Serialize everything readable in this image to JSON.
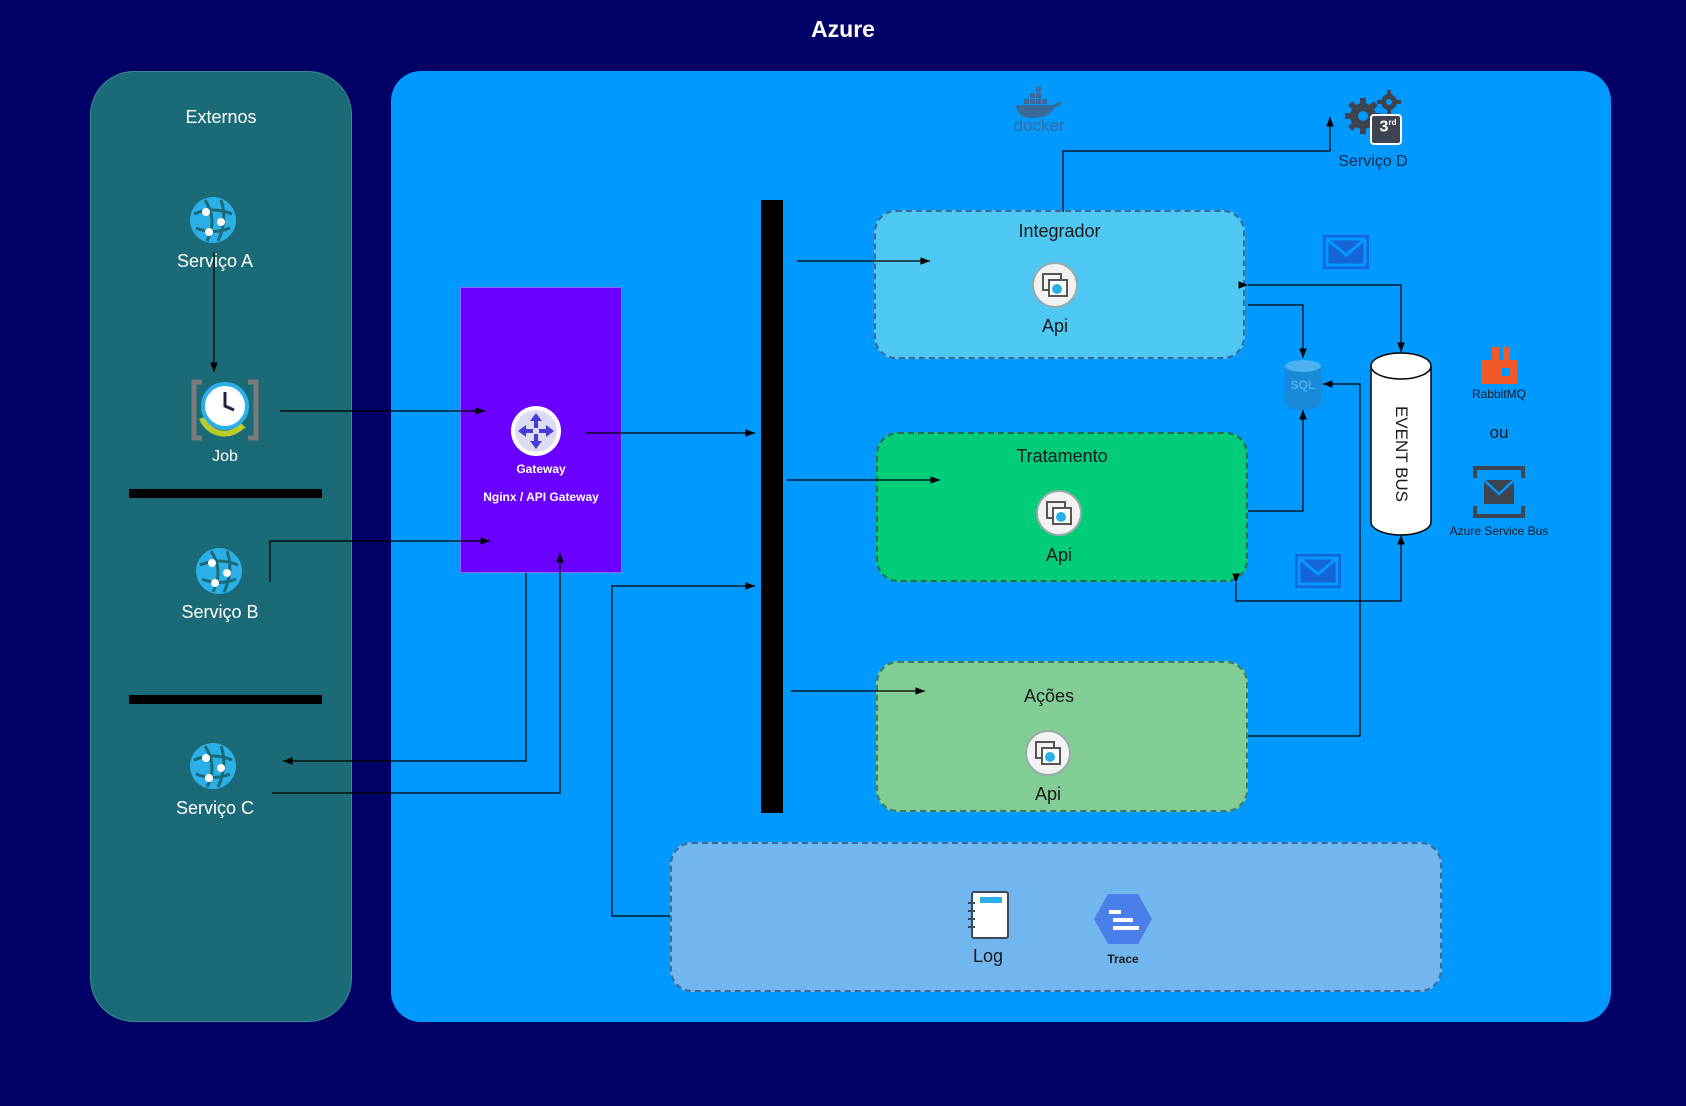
{
  "title": "Azure",
  "externos": {
    "label": "Externos",
    "servico_a": "Serviço A",
    "job": "Job",
    "servico_b": "Serviço B",
    "servico_c": "Serviço C"
  },
  "gateway": {
    "label": "Gateway",
    "sublabel": "Nginx / API Gateway"
  },
  "docker": {
    "label": "docker"
  },
  "servico_d": {
    "label": "Serviço D",
    "badge": "3",
    "badge_sup": "rd"
  },
  "integrador": {
    "title": "Integrador",
    "api": "Api"
  },
  "tratamento": {
    "title": "Tratamento",
    "api": "Api"
  },
  "acoes": {
    "title": "Ações",
    "api": "Api"
  },
  "sql": {
    "label": "SQL"
  },
  "event_bus": {
    "label": "EVENT BUS"
  },
  "rabbitmq": {
    "label": "RabbitMQ"
  },
  "ou": "ou",
  "azure_service_bus": {
    "label": "Azure Service Bus"
  },
  "observability": {
    "log": "Log",
    "trace": "Trace"
  },
  "colors": {
    "background": "#000066",
    "azure_container": "#0099ff",
    "externos_panel": "#1b6a78",
    "gateway": "#6a00ff",
    "integrador": "#4ec8f2",
    "tratamento": "#00cc7a",
    "acoes": "#82cc96",
    "observability": "#72b6ef",
    "message_icon": "#1565d8",
    "rabbitmq": "#f05a28",
    "service_icon": "#2ab0e6"
  }
}
